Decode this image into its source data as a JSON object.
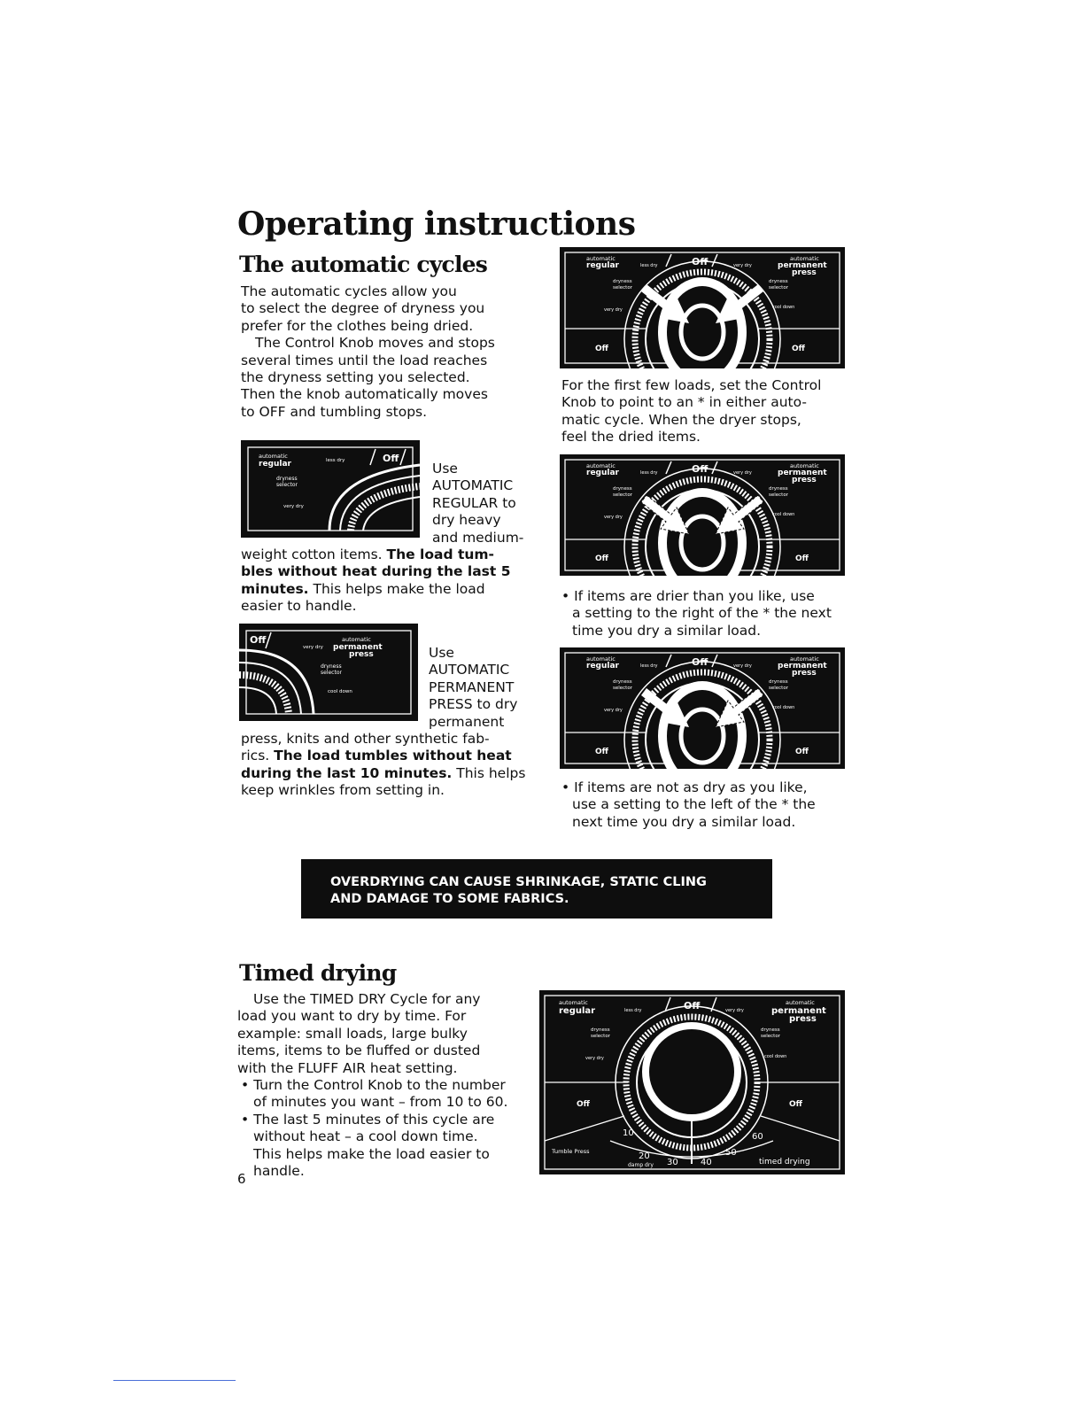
{
  "page": {
    "title": "Operating instructions",
    "page_number": "6"
  },
  "automatic": {
    "heading": "The automatic cycles",
    "intro": [
      "The automatic cycles allow you",
      "to select the degree of dryness you",
      "prefer for the clothes being dried.",
      "The Control Knob moves and stops",
      "several times until the load reaches",
      "the dryness setting you selected.",
      "Then the knob automatically moves",
      "to OFF and tumbling stops."
    ],
    "regular": {
      "side": [
        "Use",
        "AUTOMATIC",
        "REGULAR to",
        "dry heavy",
        "and medium-"
      ],
      "rest1": "weight cotton items. ",
      "bold1": "The load tum-",
      "bold2": "bles without heat during the last 5",
      "bold3": "minutes.",
      "rest2": " This helps make the load",
      "rest3": "easier to handle."
    },
    "permanent": {
      "side": [
        "Use",
        "AUTOMATIC",
        "PERMANENT",
        "PRESS to dry",
        "permanent"
      ],
      "line1": "press, knits and other synthetic fab-",
      "line2a": "rics. ",
      "line2b": "The load tumbles without heat",
      "line3a": "during the last 10 minutes.",
      "line3b": " This helps",
      "line4": "keep wrinkles from setting in."
    },
    "right": {
      "para": [
        "For the first few loads, set the Control",
        "Knob to point to an * in either auto-",
        "matic cycle. When the dryer stops,",
        "feel the dried items."
      ],
      "bullet1": [
        "• If items are drier than you like, use",
        "a setting to the right of the * the next",
        "time you dry a similar load."
      ],
      "bullet2": [
        "• If items are not as dry as you like,",
        "use a setting to the left of the * the",
        "next time you dry a similar load."
      ]
    }
  },
  "warning": {
    "line1": "OVERDRYING CAN CAUSE SHRINKAGE, STATIC CLING",
    "line2": "AND DAMAGE TO SOME FABRICS."
  },
  "timed": {
    "heading": "Timed drying",
    "para": [
      "Use the TIMED DRY Cycle for any",
      "load you want to dry by time. For",
      "example: small loads, large bulky",
      "items, items to be fluffed or dusted",
      "with the FLUFF AIR heat setting."
    ],
    "bullet1": [
      "• Turn the Control Knob to the number",
      "of minutes you want – from 10 to 60."
    ],
    "bullet2": [
      "• The last 5 minutes of this cycle are",
      "without heat – a cool down time.",
      "This helps make the load easier to",
      "handle."
    ]
  },
  "dial": {
    "auto_regular_small": "automatic",
    "regular": "regular",
    "less_dry": "less dry",
    "off": "Off",
    "very_dry": "very dry",
    "auto_perm_small": "automatic",
    "permanent": "permanent",
    "press": "press",
    "dryness": "dryness",
    "selector": "selector",
    "cool_down": "cool down",
    "tumble_press": "Tumble Press",
    "damp_dry": "damp dry",
    "timed_drying": "timed drying",
    "n10": "10",
    "n20": "20",
    "n30": "30",
    "n40": "40",
    "n50": "50",
    "n60": "60"
  }
}
